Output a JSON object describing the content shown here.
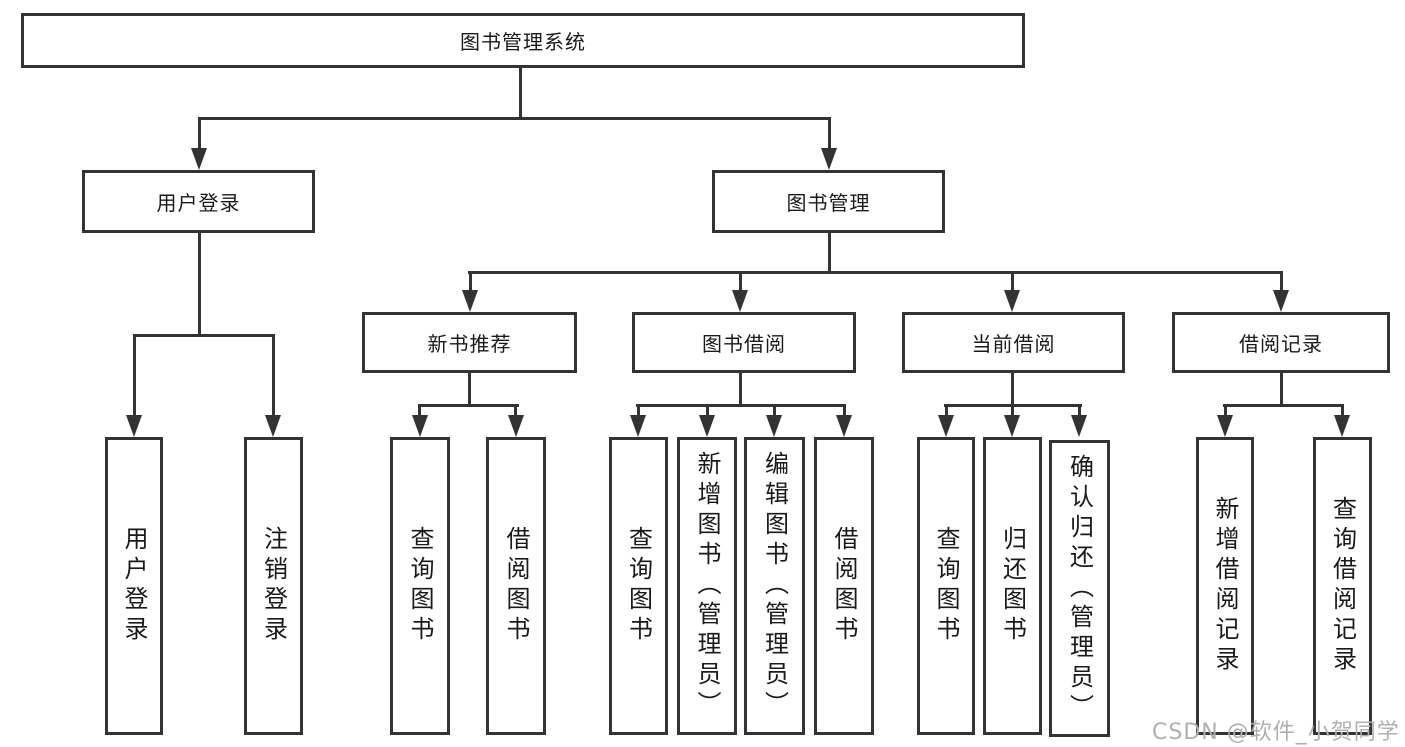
{
  "tree": {
    "root": {
      "label": "图书管理系统",
      "children": [
        {
          "label": "用户登录",
          "children": [
            {
              "label": "用户登录"
            },
            {
              "label": "注销登录"
            }
          ]
        },
        {
          "label": "图书管理",
          "children": [
            {
              "label": "新书推荐",
              "children": [
                {
                  "label": "查询图书"
                },
                {
                  "label": "借阅图书"
                }
              ]
            },
            {
              "label": "图书借阅",
              "children": [
                {
                  "label": "查询图书"
                },
                {
                  "label": "新增图书（管理员）"
                },
                {
                  "label": "编辑图书（管理员）"
                },
                {
                  "label": "借阅图书"
                }
              ]
            },
            {
              "label": "当前借阅",
              "children": [
                {
                  "label": "查询图书"
                },
                {
                  "label": "归还图书"
                },
                {
                  "label": "确认归还（管理员）"
                }
              ]
            },
            {
              "label": "借阅记录",
              "children": [
                {
                  "label": "新增借阅记录"
                },
                {
                  "label": "查询借阅记录"
                }
              ]
            }
          ]
        }
      ]
    }
  },
  "watermark": "CSDN @软件_小贺同学",
  "colors": {
    "line": "#333333",
    "box_bg": "#ffffff",
    "text": "#1a1a1a",
    "watermark": "#b0b0b0"
  }
}
